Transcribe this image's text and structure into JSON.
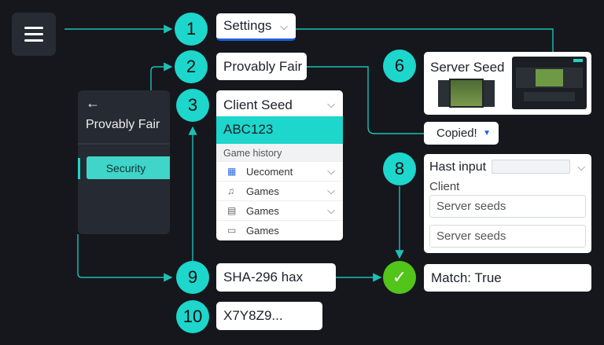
{
  "menu": {
    "icon": "hamburger-icon"
  },
  "steps": [
    "1",
    "2",
    "3",
    "6",
    "8",
    "9",
    "10"
  ],
  "settings": {
    "label": "Settings"
  },
  "provably_fair": {
    "label": "Provably Fair"
  },
  "sidebar": {
    "back_icon": "arrow-left-icon",
    "title": "Provably Fair",
    "items": [
      {
        "label": "Security",
        "active": true
      }
    ]
  },
  "client_seed": {
    "title": "Client Seed",
    "value": "ABC123",
    "section": "Game history",
    "items": [
      {
        "label": "Uecoment",
        "icon": "calendar-icon"
      },
      {
        "label": "Games",
        "icon": "bell-icon"
      },
      {
        "label": "Games",
        "icon": "clipboard-icon"
      },
      {
        "label": "Games",
        "icon": "box-icon"
      }
    ]
  },
  "server_seed": {
    "title": "Server Seed"
  },
  "copied": {
    "label": "Copied!"
  },
  "hash_card": {
    "label": "Hast input",
    "client_label": "Client",
    "field1_placeholder": "Server seeds",
    "field2_placeholder": "Server seeds"
  },
  "hash": {
    "value": "SHA-296 hax"
  },
  "seed": {
    "value": "X7Y8Z9..."
  },
  "match": {
    "label": "Match: True",
    "icon": "check-icon"
  },
  "colors": {
    "accent": "#1dd6cc",
    "success": "#52c41a",
    "background": "#15171c",
    "underline": "#1d5fe0"
  }
}
